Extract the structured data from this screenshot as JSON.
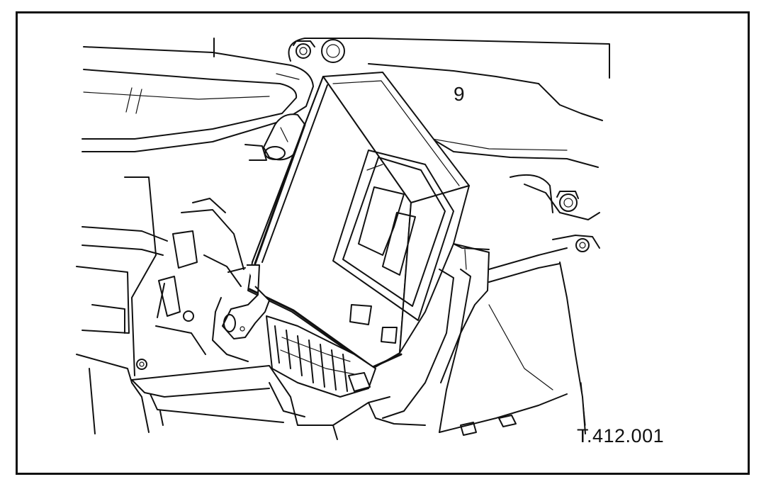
{
  "figure": {
    "reference_code": "T.412.001",
    "callout_number": "9",
    "callout_marker": "1",
    "line_color": "#111111",
    "background_color": "#ffffff"
  }
}
